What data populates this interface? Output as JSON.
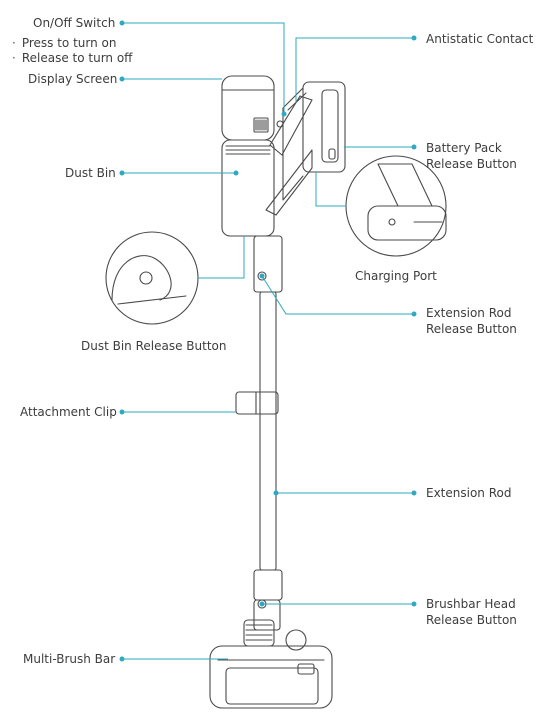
{
  "labels": {
    "on_off_switch": "On/Off Switch",
    "press_on": "Press to turn on",
    "release_off": "Release to turn off",
    "display_screen": "Display Screen",
    "dust_bin": "Dust Bin",
    "dust_bin_release": "Dust Bin Release Button",
    "attachment_clip": "Attachment Clip",
    "multi_brush_bar": "Multi-Brush Bar",
    "antistatic_contact": "Antistatic Contact",
    "battery_pack_1": "Battery Pack",
    "battery_pack_2": "Release Button",
    "charging_port": "Charging Port",
    "extension_rod_release_1": "Extension Rod",
    "extension_rod_release_2": "Release Button",
    "extension_rod": "Extension Rod",
    "brushbar_head_1": "Brushbar Head",
    "brushbar_head_2": "Release Button"
  },
  "colors": {
    "accent": "#2ea9c1",
    "line": "#4a4a4a",
    "text": "#3d3d3d"
  }
}
